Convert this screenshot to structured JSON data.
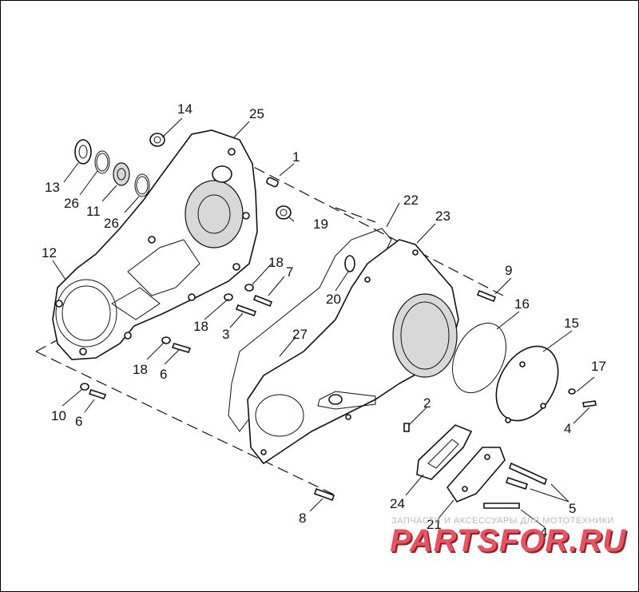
{
  "callouts": {
    "c1": "1",
    "c2": "2",
    "c3": "3",
    "c4a": "4",
    "c4b": "4",
    "c5": "5",
    "c6a": "6",
    "c6b": "6",
    "c7": "7",
    "c8": "8",
    "c9": "9",
    "c10": "10",
    "c11": "11",
    "c12": "12",
    "c13": "13",
    "c14": "14",
    "c15": "15",
    "c16": "16",
    "c17": "17",
    "c18a": "18",
    "c18b": "18",
    "c18c": "18",
    "c19": "19",
    "c20": "20",
    "c21": "21",
    "c22": "22",
    "c23": "23",
    "c24": "24",
    "c25": "25",
    "c26a": "26",
    "c26b": "26",
    "c27": "27"
  },
  "watermark": {
    "tagline": "ЗАПЧАСТИ И АКСЕССУАРЫ ДЛЯ МОТОТЕХНИКИ",
    "brand": "PARTSFOR.RU",
    "color": "#e35560"
  }
}
